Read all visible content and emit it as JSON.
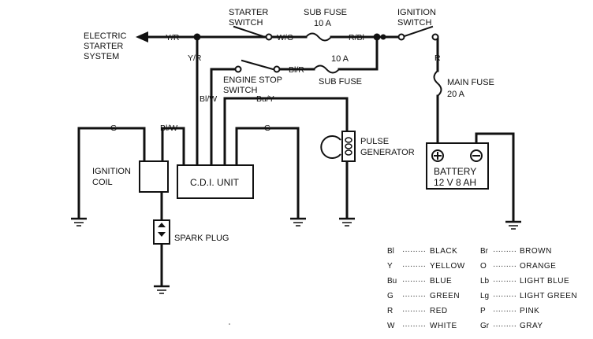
{
  "labels": {
    "electric_starter_system": [
      "ELECTRIC",
      "STARTER",
      "SYSTEM"
    ],
    "starter_switch": [
      "STARTER",
      "SWITCH"
    ],
    "sub_fuse_top": [
      "SUB FUSE",
      "10 A"
    ],
    "ignition_switch": [
      "IGNITION",
      "SWITCH"
    ],
    "sub_fuse_mid_rating": "10 A",
    "sub_fuse_mid": "SUB FUSE",
    "engine_stop_switch": [
      "ENGINE STOP",
      "SWITCH"
    ],
    "main_fuse": [
      "MAIN FUSE",
      "20 A"
    ],
    "ignition_coil": [
      "IGNITION",
      "COIL"
    ],
    "cdi_unit": "C.D.I. UNIT",
    "pulse_generator": [
      "PULSE",
      "GENERATOR"
    ],
    "battery": [
      "BATTERY",
      "12 V 8 AH"
    ],
    "spark_plug": "SPARK PLUG"
  },
  "wire_labels": {
    "y_r_left": "Y/R",
    "y_r_down": "Y/R",
    "w_g": "W/G",
    "r_bl_top": "R/Bl",
    "bl_r": "Bl/R",
    "r_right": "R",
    "bl_w_cdi": "Bl/W",
    "bu_y": "Bu/Y",
    "g_coil": "G",
    "bl_w_coil": "Bl/W",
    "g_cdi": "G"
  },
  "legend": [
    {
      "code": "Bl",
      "dots": "·········",
      "color": "BLACK"
    },
    {
      "code": "Y",
      "dots": "·········",
      "color": "YELLOW"
    },
    {
      "code": "Bu",
      "dots": "·········",
      "color": "BLUE"
    },
    {
      "code": "G",
      "dots": "·········",
      "color": "GREEN"
    },
    {
      "code": "R",
      "dots": "·········",
      "color": "RED"
    },
    {
      "code": "W",
      "dots": "·········",
      "color": "WHITE"
    },
    {
      "code": "Br",
      "dots": "·········",
      "color": "BROWN"
    },
    {
      "code": "O",
      "dots": "·········",
      "color": "ORANGE"
    },
    {
      "code": "Lb",
      "dots": "·········",
      "color": "LIGHT  BLUE"
    },
    {
      "code": "Lg",
      "dots": "·········",
      "color": "LIGHT  GREEN"
    },
    {
      "code": "P",
      "dots": "·········",
      "color": "PINK"
    },
    {
      "code": "Gr",
      "dots": "·········",
      "color": "GRAY"
    }
  ],
  "colors": {
    "ink": "#111111",
    "background": "#ffffff"
  }
}
